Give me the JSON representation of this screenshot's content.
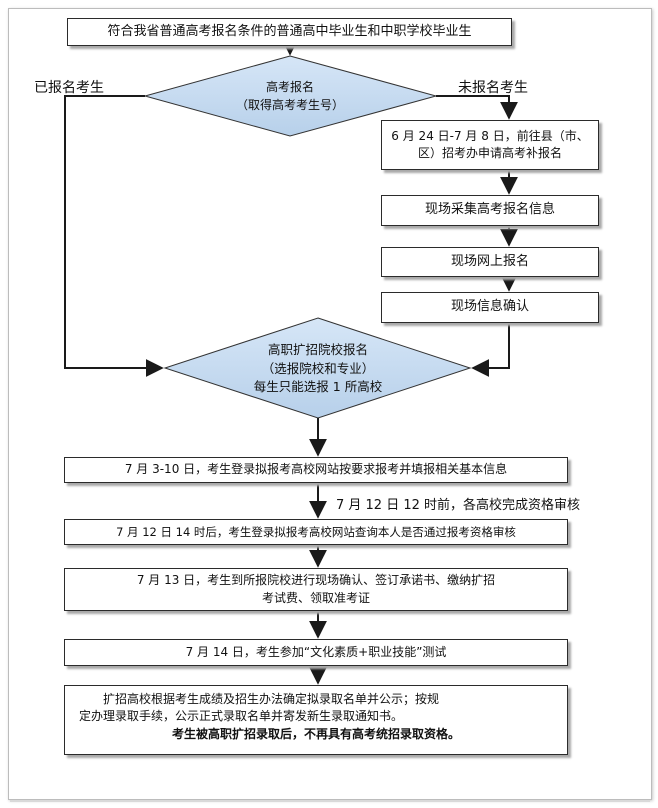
{
  "flowchart": {
    "top_box": "符合我省普通高考报名条件的普通高中毕业生和中职学校毕业生",
    "decision_1": {
      "line1": "高考报名",
      "line2": "（取得高考考生号）"
    },
    "branch_left": "已报名考生",
    "branch_right": "未报名考生",
    "side_steps": {
      "supplement": {
        "line1": "6 月 24 日-7 月 8 日，前往县（市、",
        "line2": "区）招考办申请高考补报名"
      },
      "collect_info": "现场采集高考报名信息",
      "online_register": "现场网上报名",
      "confirm_info": "现场信息确认"
    },
    "decision_2": {
      "line1": "高职扩招院校报名",
      "line2": "（选报院校和专业）",
      "line3": "每生只能选报 1 所高校"
    },
    "step_register": "7 月 3-10 日，考生登录拟报考高校网站按要求报考并填报相关基本信息",
    "note_review": "7 月 12 日 12 时前，各高校完成资格审核",
    "step_check": "7 月 12 日 14 时后，考生登录拟报考高校网站查询本人是否通过报考资格审核",
    "step_onsite": {
      "line1": "7 月 13 日，考生到所报院校进行现场确认、签订承诺书、缴纳扩招",
      "line2": "考试费、领取准考证"
    },
    "step_exam": "7 月 14 日，考生参加“文化素质+职业技能”测试",
    "final": {
      "line1": "扩招高校根据考生成绩及招生办法确定拟录取名单并公示；按规",
      "line2": "定办理录取手续，公示正式录取名单并寄发新生录取通知书。",
      "line3": "考生被高职扩招录取后，不再具有高考统招录取资格。"
    }
  }
}
